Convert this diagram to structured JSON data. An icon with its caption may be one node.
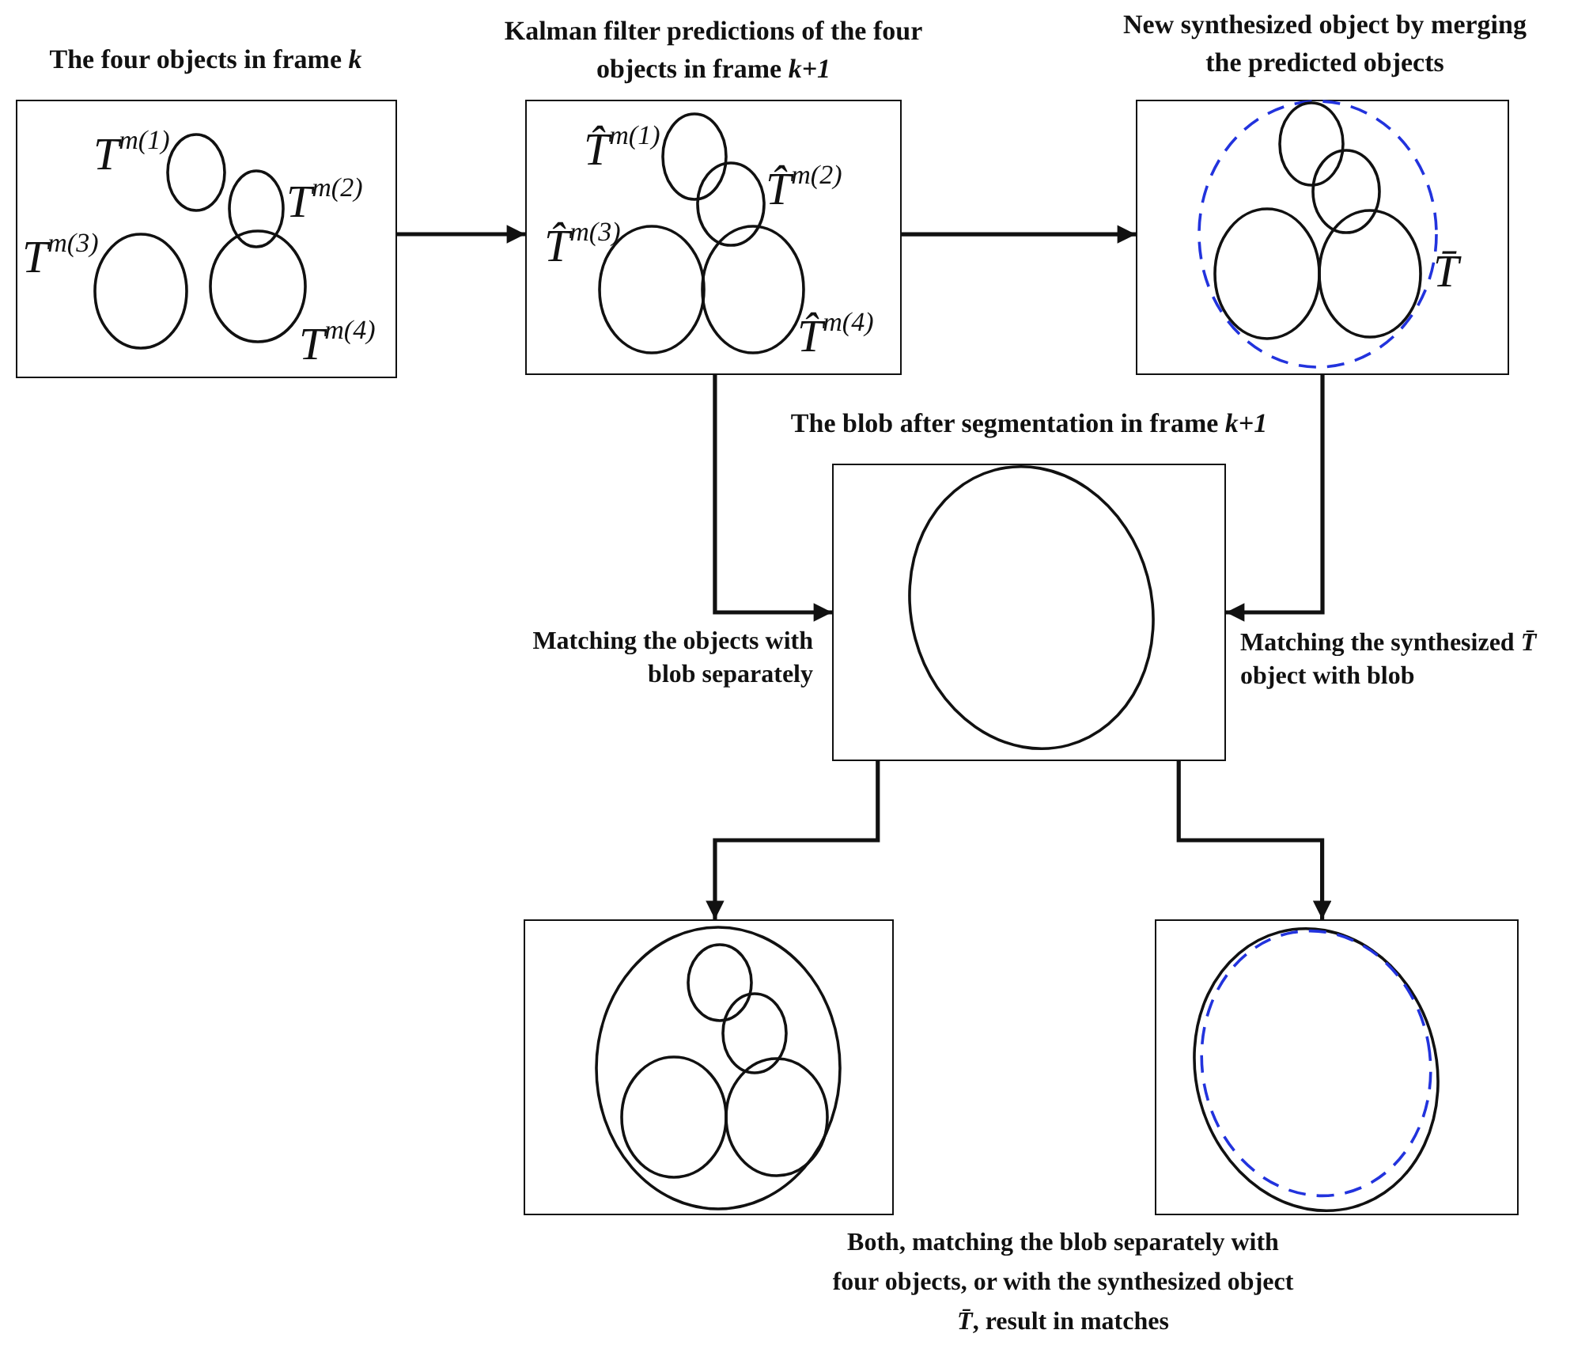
{
  "diagram": {
    "caption": "Both, matching the blob separately with four objects, or with the synthesized object *T̄*, result in matches",
    "nodes": [
      {
        "text": [
          "The four objects in frame *k*",
          "*T*$^{m(1)}$",
          "*T*$^{m(2)}$",
          "*T*$^{m(3)}$",
          "*T*$^{m(4)}$"
        ]
      },
      {
        "text": [
          "Kalman filter predictions of the four objects in frame *k+1*",
          "*T̂*$^{m(1)}$",
          "*T̂*$^{m(2)}$",
          "*T̂*$^{m(3)}$",
          "*T̂*$^{m(4)}$"
        ]
      },
      {
        "text": [
          "New synthesized object by merging the predicted objects",
          "*T̄*"
        ]
      },
      {
        "text": [
          "The blob after segmentation in frame *k+1*"
        ]
      },
      {
        "text": [],
        "shape": "box"
      },
      {
        "text": [],
        "shape": "box"
      }
    ],
    "edges": [
      {
        "from": 0,
        "to": 1,
        "arrow": "to"
      },
      {
        "from": 1,
        "to": 2,
        "arrow": "to"
      },
      {
        "from": 1,
        "to": 3,
        "arrow": "to",
        "label": "Matching the objects with blob separately"
      },
      {
        "from": 2,
        "to": 3,
        "arrow": "to",
        "label": "Matching the synthesized *T̄* object with blob"
      },
      {
        "from": 3,
        "to": 4,
        "arrow": "to"
      },
      {
        "from": 3,
        "to": 5,
        "arrow": "to"
      }
    ]
  }
}
